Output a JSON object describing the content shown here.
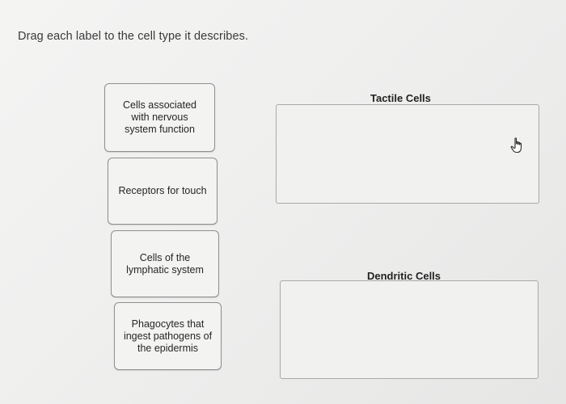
{
  "instruction": "Drag each label to the cell type it describes.",
  "labels": [
    {
      "text": "Cells associated\nwith nervous\nsystem function"
    },
    {
      "text": "Receptors for touch"
    },
    {
      "text": "Cells of the\nlymphatic system"
    },
    {
      "text": "Phagocytes that\ningest pathogens of\nthe epidermis"
    }
  ],
  "targets": [
    {
      "title": "Tactile Cells"
    },
    {
      "title": "Dendritic Cells"
    }
  ],
  "icons": {
    "cursor": "hand-pointer-icon"
  }
}
